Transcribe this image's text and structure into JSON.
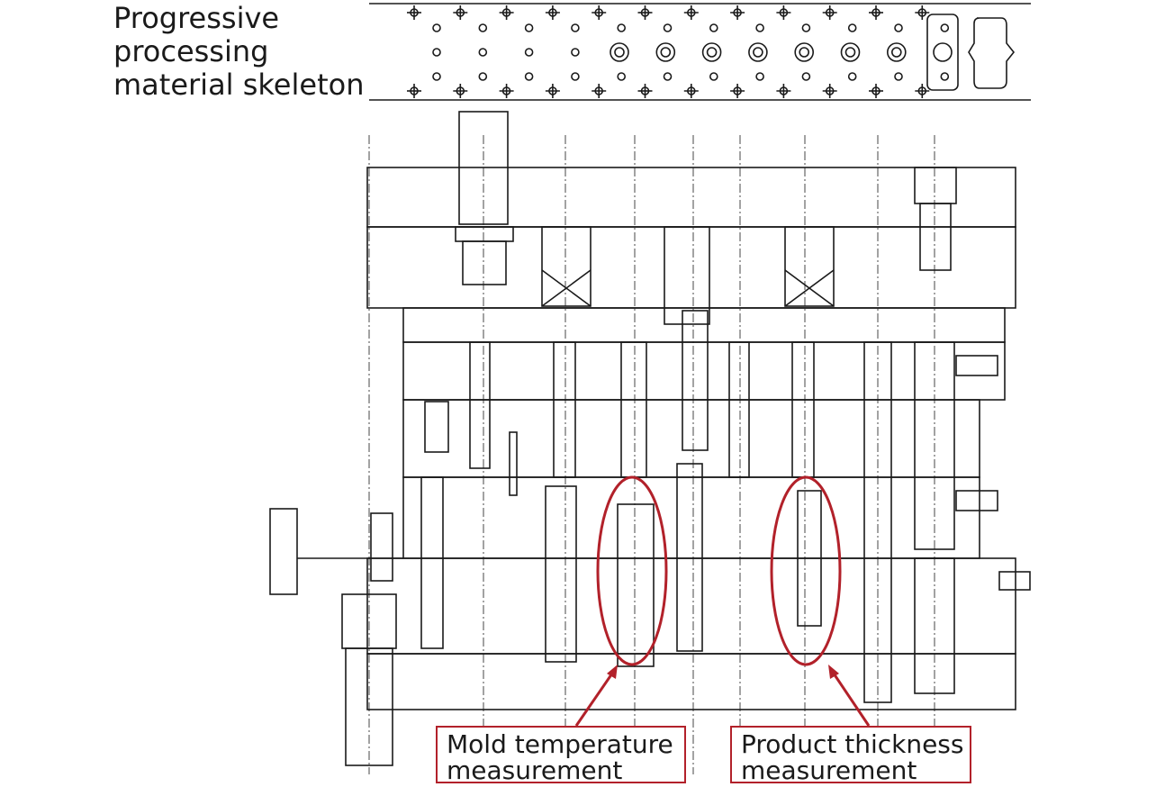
{
  "strip_label": {
    "lines": [
      "Progressive",
      "processing",
      "material skeleton"
    ]
  },
  "callouts": {
    "mold_temperature": {
      "line1": "Mold temperature",
      "line2": "measurement"
    },
    "product_thickness": {
      "line1": "Product thickness",
      "line2": "measurement"
    }
  },
  "colors": {
    "line": "#1a1a1a",
    "highlight": "#b2212a",
    "background": "#ffffff"
  }
}
